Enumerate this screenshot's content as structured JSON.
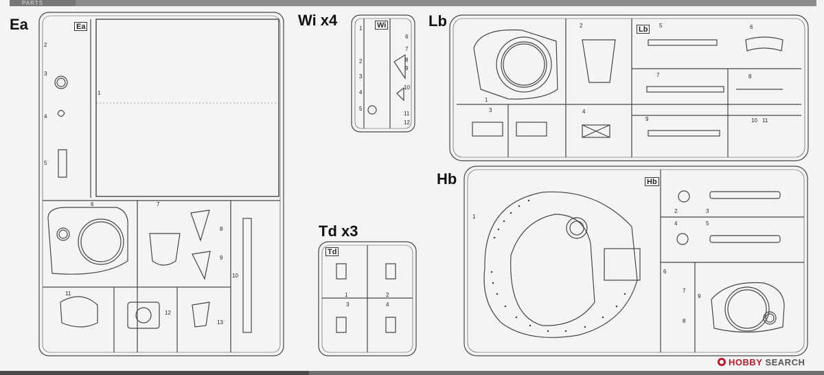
{
  "header": {
    "tab": "PARTS"
  },
  "sprues": {
    "ea": {
      "title": "Ea",
      "tag": "Ea",
      "parts": [
        "1",
        "2",
        "3",
        "4",
        "5",
        "6",
        "7",
        "8",
        "9",
        "10",
        "11",
        "12",
        "13"
      ]
    },
    "wi": {
      "title": "Wi x4",
      "tag": "Wi",
      "parts": [
        "1",
        "2",
        "3",
        "4",
        "5",
        "6",
        "7",
        "8",
        "9",
        "10",
        "11",
        "12"
      ]
    },
    "lb": {
      "title": "Lb",
      "tag": "Lb",
      "parts": [
        "1",
        "2",
        "3",
        "4",
        "5",
        "6",
        "7",
        "8",
        "9",
        "10",
        "11"
      ]
    },
    "td": {
      "title": "Td x3",
      "tag": "Td",
      "parts": [
        "1",
        "2",
        "3",
        "4"
      ]
    },
    "hb": {
      "title": "Hb",
      "tag": "Hb",
      "parts": [
        "1",
        "2",
        "3",
        "4",
        "5",
        "6",
        "7",
        "8",
        "9"
      ]
    }
  },
  "watermark": {
    "brand": "HOBBY",
    "suffix": "SEARCH",
    "accent": "#b01a2a"
  }
}
